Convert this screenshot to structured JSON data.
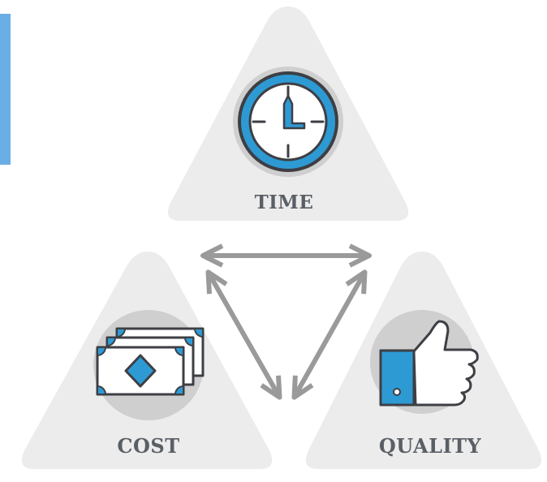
{
  "labels": {
    "time": "TIME",
    "cost": "COST",
    "quality": "QUALITY"
  },
  "colors": {
    "accent": "#2e9ad4",
    "outline": "#3d3f44",
    "arrow": "#9a9a9a",
    "triangle": "#ececec",
    "icon_circle": "#cfcfcf",
    "text": "#5a5f66",
    "side_tab": "#6aaee6"
  },
  "icons": [
    "clock-icon",
    "money-icon",
    "thumbs-up-icon"
  ]
}
